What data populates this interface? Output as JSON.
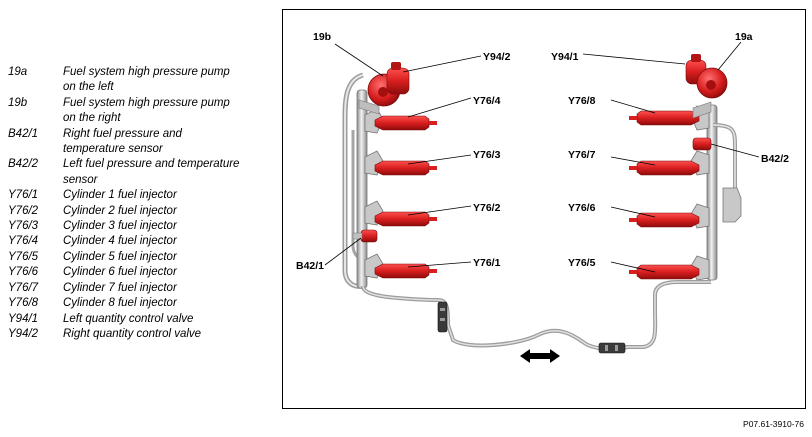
{
  "legend": [
    {
      "code": "19a",
      "desc": "Fuel system high pressure pump\non the left"
    },
    {
      "code": "19b",
      "desc": "Fuel system high pressure pump\non the right"
    },
    {
      "code": "B42/1",
      "desc": "Right fuel pressure and\ntemperature sensor"
    },
    {
      "code": "B42/2",
      "desc": "Left fuel pressure and temperature\nsensor"
    },
    {
      "code": "Y76/1",
      "desc": "Cylinder 1 fuel injector"
    },
    {
      "code": "Y76/2",
      "desc": "Cylinder 2 fuel injector"
    },
    {
      "code": "Y76/3",
      "desc": "Cylinder 3 fuel injector"
    },
    {
      "code": "Y76/4",
      "desc": "Cylinder 4 fuel injector"
    },
    {
      "code": "Y76/5",
      "desc": "Cylinder 5 fuel injector"
    },
    {
      "code": "Y76/6",
      "desc": "Cylinder 6 fuel injector"
    },
    {
      "code": "Y76/7",
      "desc": "Cylinder 7 fuel injector"
    },
    {
      "code": "Y76/8",
      "desc": "Cylinder 8 fuel injector"
    },
    {
      "code": "Y94/1",
      "desc": "Left quantity control valve"
    },
    {
      "code": "Y94/2",
      "desc": "Right quantity control valve"
    }
  ],
  "callouts": {
    "pump_19b": "19b",
    "valve_y94_2": "Y94/2",
    "valve_y94_1": "Y94/1",
    "pump_19a": "19a",
    "inj_y76_4": "Y76/4",
    "inj_y76_3": "Y76/3",
    "inj_y76_2": "Y76/2",
    "inj_y76_1": "Y76/1",
    "inj_y76_8": "Y76/8",
    "inj_y76_7": "Y76/7",
    "inj_y76_6": "Y76/6",
    "inj_y76_5": "Y76/5",
    "sensor_b42_1": "B42/1",
    "sensor_b42_2": "B42/2"
  },
  "colors": {
    "component_red": "#d81e1e",
    "pipe_gray": "#a9a9a9",
    "pipe_light": "#d4d4d4"
  },
  "caption": "P07.61-3910-76"
}
